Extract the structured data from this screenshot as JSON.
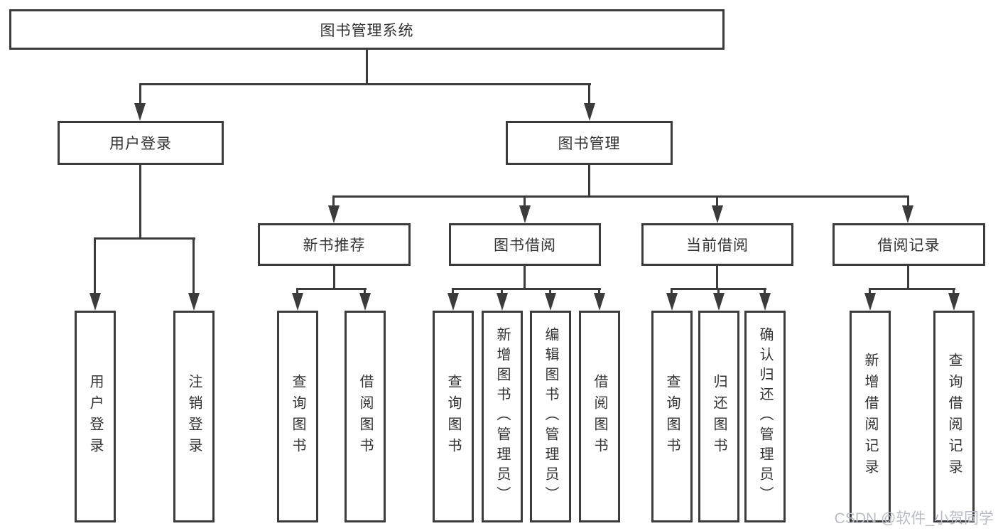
{
  "diagram": {
    "root": {
      "label": "图书管理系统"
    },
    "user_login": {
      "label": "用户登录",
      "children": [
        {
          "label": "用户登录"
        },
        {
          "label": "注销登录"
        }
      ]
    },
    "book_management": {
      "label": "图书管理",
      "sections": [
        {
          "label": "新书推荐",
          "children": [
            {
              "label": "查询图书"
            },
            {
              "label": "借阅图书"
            }
          ]
        },
        {
          "label": "图书借阅",
          "children": [
            {
              "label": "查询图书"
            },
            {
              "label": "新增图书（管理员）"
            },
            {
              "label": "编辑图书（管理员）"
            },
            {
              "label": "借阅图书"
            }
          ]
        },
        {
          "label": "当前借阅",
          "children": [
            {
              "label": "查询图书"
            },
            {
              "label": "归还图书"
            },
            {
              "label": "确认归还（管理员）"
            }
          ]
        },
        {
          "label": "借阅记录",
          "children": [
            {
              "label": "新增借阅记录"
            },
            {
              "label": "查询借阅记录"
            }
          ]
        }
      ]
    },
    "colors": {
      "line": "#3b3b3b",
      "text": "#333333",
      "watermark": "#b9bdc5"
    }
  },
  "watermark": {
    "text": "CSDN @软件_小贺同学"
  }
}
